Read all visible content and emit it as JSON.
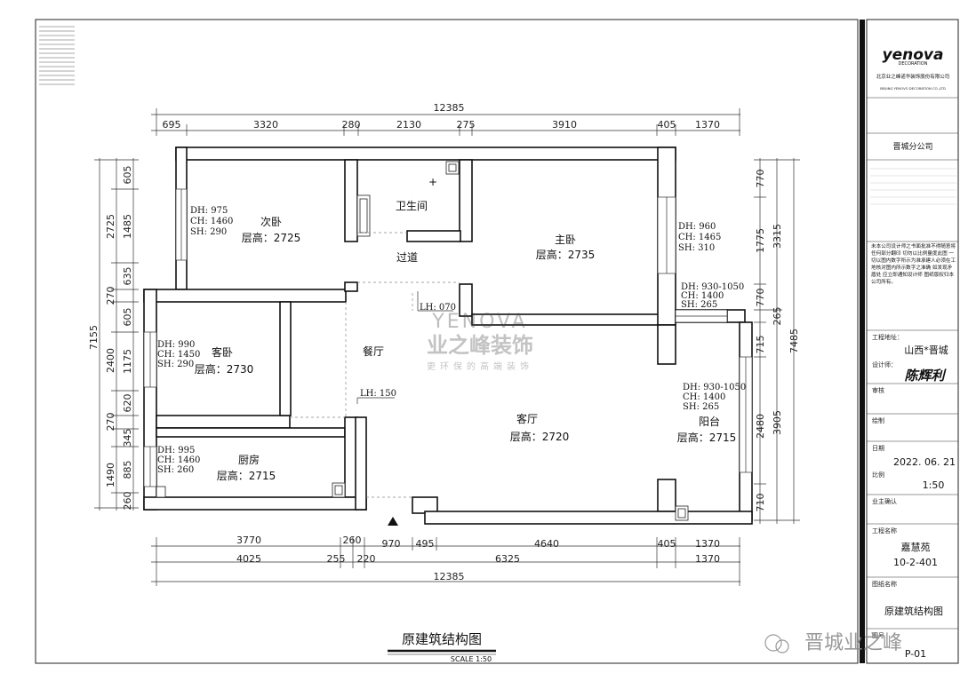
{
  "overall_dims": {
    "top_total": "12385",
    "bottom_total": "12385",
    "left_total": "7155",
    "right_total": "7485"
  },
  "top_dims": [
    "695",
    "3320",
    "280",
    "2130",
    "275",
    "3910",
    "405",
    "1370"
  ],
  "bottom_dims_row1": [
    "3770",
    "260",
    "970",
    "495",
    "4640",
    "405",
    "1370"
  ],
  "bottom_dims_row2": [
    "4025",
    "255",
    "220",
    "6325",
    "1370"
  ],
  "left_outer": [
    "2725",
    "270",
    "2400",
    "270",
    "1490"
  ],
  "left_inner": [
    "605",
    "1485",
    "635",
    "605",
    "1175",
    "620",
    "345",
    "885",
    "260"
  ],
  "right_outer": [
    "3315",
    "3905"
  ],
  "right_inner": [
    "770",
    "1775",
    "770",
    "265",
    "715",
    "2480",
    "710"
  ],
  "rooms": {
    "ciwo": {
      "name": "次卧",
      "height": "层高：2725",
      "spec": [
        "DH: 975",
        "CH: 1460",
        "SH: 290"
      ]
    },
    "weishengjian": {
      "name": "卫生间"
    },
    "guodao": {
      "name": "过道"
    },
    "zhuwo": {
      "name": "主卧",
      "height": "层高：2735",
      "spec": [
        "DH: 960",
        "CH: 1465",
        "SH: 310"
      ]
    },
    "kewo": {
      "name": "客卧",
      "height": "层高：2730",
      "spec": [
        "DH: 990",
        "CH: 1450",
        "SH: 290"
      ]
    },
    "canting": {
      "name": "餐厅"
    },
    "chufang": {
      "name": "厨房",
      "height": "层高：2715",
      "spec": [
        "DH: 995",
        "CH: 1460",
        "SH: 260"
      ]
    },
    "keting": {
      "name": "客厅",
      "height": "层高：2720"
    },
    "yangtai": {
      "name": "阳台",
      "height": "层高：2715",
      "spec": [
        "DH: 930-1050",
        "CH: 1400",
        "SH: 265"
      ]
    }
  },
  "spec_upper_balcony": [
    "DH: 930-1050",
    "CH: 1400",
    "SH: 265"
  ],
  "lh_labels": [
    "LH: 070",
    "LH: 150"
  ],
  "watermark": {
    "brand": "YENOVA",
    "name": "业之峰装饰",
    "slogan": "更环保的高端装饰"
  },
  "drawing_title": "原建筑结构图",
  "scale": "SCALE   1:50",
  "title_block": {
    "logo": "yenova",
    "logo_sub": "DECORATION",
    "company_cn": "北京业之峰诺华装饰股份有限公司",
    "company_en": "BEIJING YENOVO DECORATION CO.,LTD",
    "branch": "晋城分公司",
    "note": "未本公司设计师之书面批准不得随意将任何部分翻印 切勿以比例量度此图 一切以图内数字所示为准承建人必须在工地核对图内所示数字之准确 如发现矛盾处 应立即通知设计师 图纸版权归本公司所有。",
    "address_label": "工程地址：",
    "address": "山西*晋城",
    "designer_label": "设计师：",
    "designer_sig": "陈辉利",
    "review_label": "审核",
    "draw_label": "绘制",
    "date_label": "日期",
    "date": "2022. 06. 21",
    "ratio_label": "比例",
    "ratio": "1:50",
    "owner_label": "业主确认",
    "project_label": "工程名称",
    "project": "嘉慧苑",
    "unit": "10-2-401",
    "drawing_name_label": "图纸名称",
    "drawing_name": "原建筑结构图",
    "drawing_no_label": "图号",
    "drawing_no": "P-01"
  },
  "social_watermark": "晋城业之峰"
}
